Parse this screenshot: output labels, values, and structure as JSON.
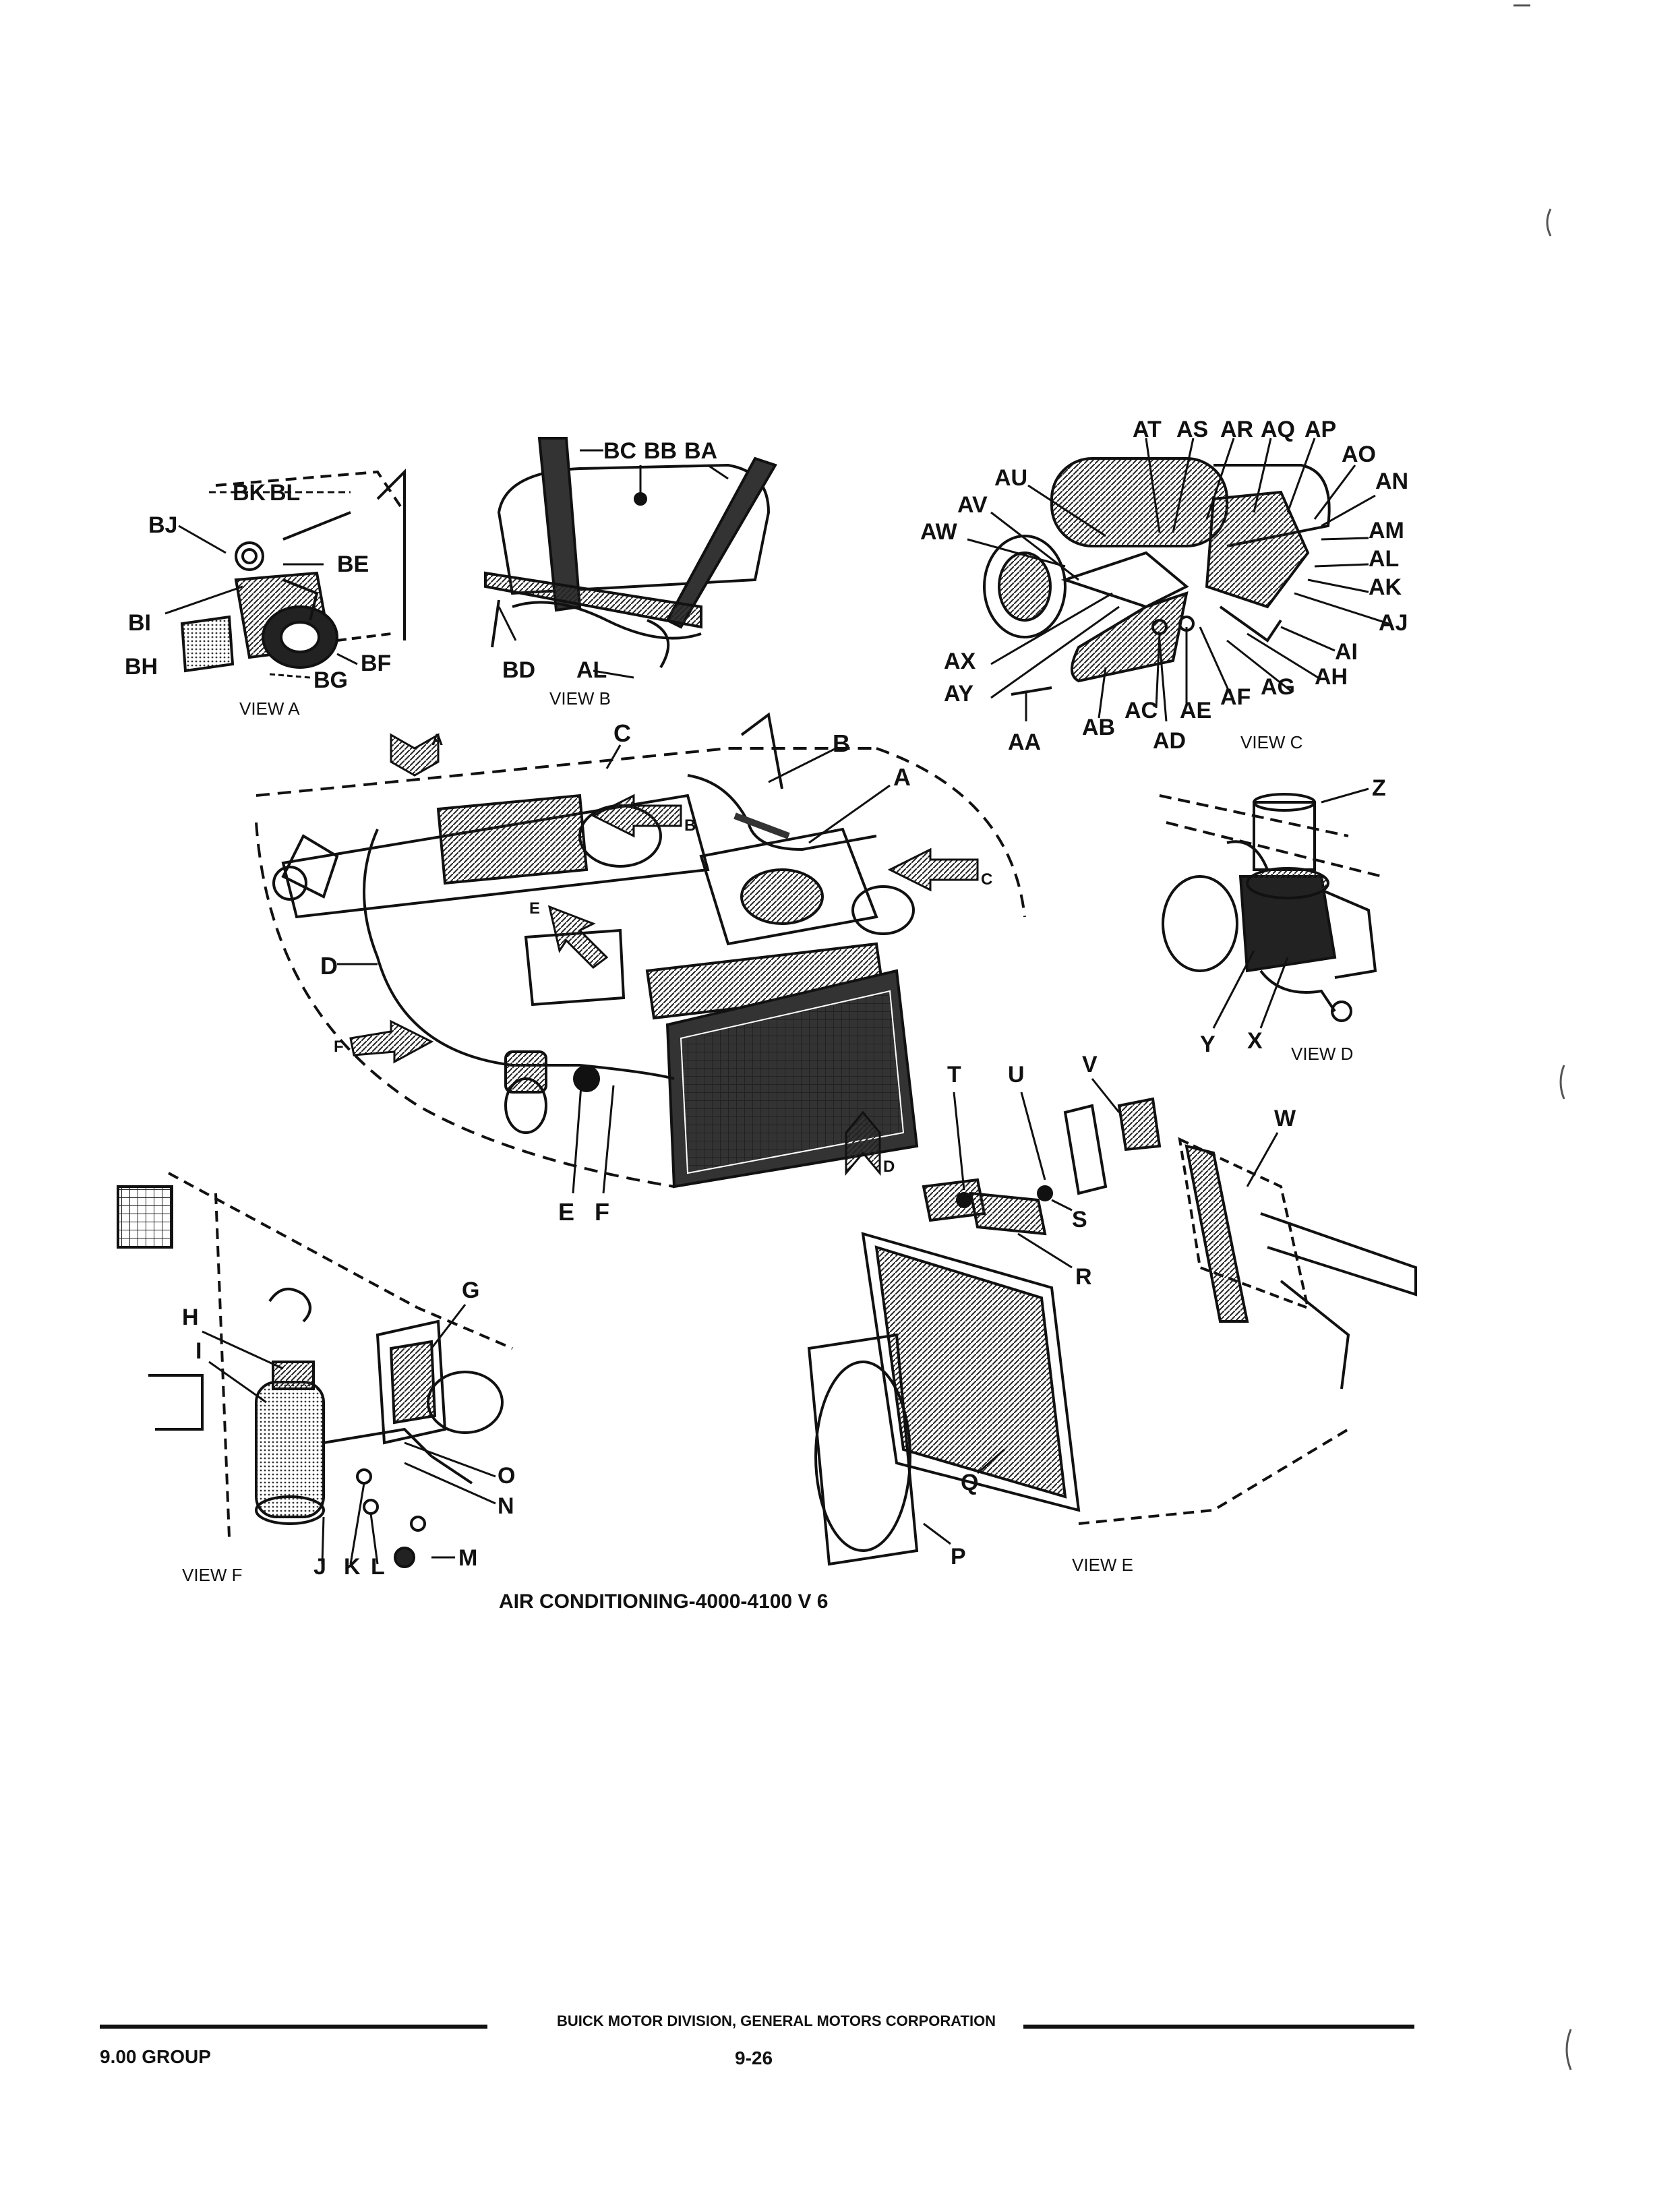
{
  "title": "AIR CONDITIONING-4000-4100 V 6",
  "footer": {
    "publisher": "BUICK MOTOR DIVISION, GENERAL MOTORS CORPORATION",
    "group": "9.00 GROUP",
    "page": "9-26"
  },
  "views": {
    "a": {
      "caption": "VIEW A",
      "labels": [
        "BK",
        "BL",
        "BJ",
        "BE",
        "BI",
        "BF",
        "BH",
        "BG"
      ]
    },
    "b": {
      "caption": "VIEW B",
      "labels": [
        "BC",
        "BB",
        "BA",
        "BD",
        "AL"
      ]
    },
    "c": {
      "caption": "VIEW C",
      "labels": [
        "AT",
        "AS",
        "AR",
        "AQ",
        "AP",
        "AO",
        "AU",
        "AN",
        "AV",
        "AW",
        "AM",
        "AL",
        "AK",
        "AJ",
        "AI",
        "AX",
        "AH",
        "AG",
        "AY",
        "AF",
        "AE",
        "AC",
        "AB",
        "AD",
        "AA"
      ]
    },
    "main": {
      "labels": [
        "A",
        "B",
        "C",
        "D",
        "E",
        "F"
      ],
      "view_arrows": [
        "A",
        "B",
        "C",
        "D",
        "E",
        "F"
      ]
    },
    "d": {
      "caption": "VIEW D",
      "labels": [
        "Z",
        "Y",
        "X"
      ]
    },
    "e": {
      "caption": "VIEW E",
      "labels": [
        "T",
        "U",
        "V",
        "W",
        "S",
        "R",
        "Q",
        "P"
      ]
    },
    "f": {
      "caption": "VIEW F",
      "labels": [
        "G",
        "H",
        "I",
        "O",
        "N",
        "J",
        "K",
        "L",
        "M"
      ]
    }
  }
}
